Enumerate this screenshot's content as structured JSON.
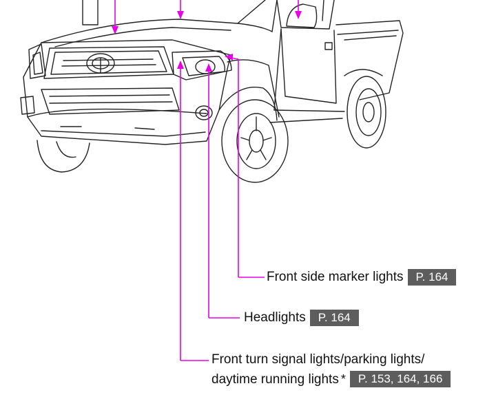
{
  "callouts": [
    {
      "label": "Front side marker lights",
      "page_ref": "P. 164"
    },
    {
      "label": "Headlights",
      "page_ref": "P. 164"
    },
    {
      "label_line1": "Front turn signal lights/parking lights/",
      "label_line2": "daytime running lights",
      "asterisk": "*",
      "page_ref": "P. 153, 164, 166"
    }
  ],
  "colors": {
    "leader": "#e800e8",
    "badge": "#5d5d5d",
    "line_art": "#222222"
  },
  "illustration": "pickup-truck-front-left-view"
}
